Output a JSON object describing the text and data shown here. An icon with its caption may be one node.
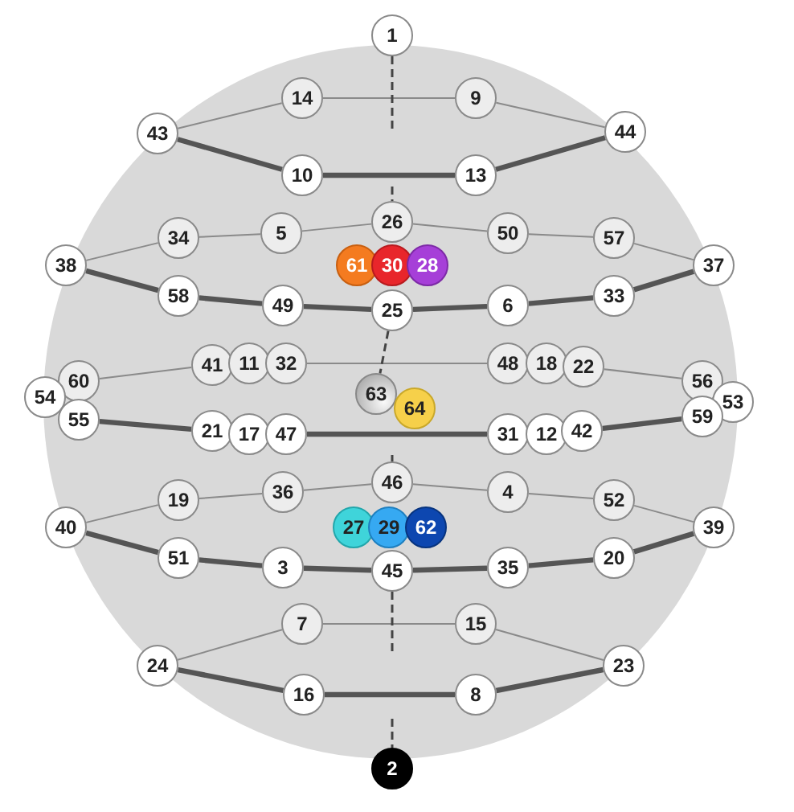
{
  "diagram": {
    "nodes": [
      {
        "text": [
          "1"
        ]
      },
      {
        "text": [
          "14"
        ]
      },
      {
        "text": [
          "9"
        ]
      },
      {
        "text": [
          "43"
        ]
      },
      {
        "text": [
          "44"
        ]
      },
      {
        "text": [
          "10"
        ]
      },
      {
        "text": [
          "13"
        ]
      },
      {
        "text": [
          "26"
        ]
      },
      {
        "text": [
          "5"
        ]
      },
      {
        "text": [
          "50"
        ]
      },
      {
        "text": [
          "34"
        ]
      },
      {
        "text": [
          "57"
        ]
      },
      {
        "text": [
          "38"
        ]
      },
      {
        "text": [
          "37"
        ]
      },
      {
        "text": [
          "61"
        ]
      },
      {
        "text": [
          "30"
        ]
      },
      {
        "text": [
          "28"
        ]
      },
      {
        "text": [
          "58"
        ]
      },
      {
        "text": [
          "49"
        ]
      },
      {
        "text": [
          "25"
        ]
      },
      {
        "text": [
          "6"
        ]
      },
      {
        "text": [
          "33"
        ]
      },
      {
        "text": [
          "41"
        ]
      },
      {
        "text": [
          "11"
        ]
      },
      {
        "text": [
          "32"
        ]
      },
      {
        "text": [
          "48"
        ]
      },
      {
        "text": [
          "18"
        ]
      },
      {
        "text": [
          "22"
        ]
      },
      {
        "text": [
          "60"
        ]
      },
      {
        "text": [
          "54"
        ]
      },
      {
        "text": [
          "56"
        ]
      },
      {
        "text": [
          "53"
        ]
      },
      {
        "text": [
          "63"
        ]
      },
      {
        "text": [
          "64"
        ]
      },
      {
        "text": [
          "55"
        ]
      },
      {
        "text": [
          "59"
        ]
      },
      {
        "text": [
          "21"
        ]
      },
      {
        "text": [
          "17"
        ]
      },
      {
        "text": [
          "47"
        ]
      },
      {
        "text": [
          "31"
        ]
      },
      {
        "text": [
          "12"
        ]
      },
      {
        "text": [
          "42"
        ]
      },
      {
        "text": [
          "46"
        ]
      },
      {
        "text": [
          "36"
        ]
      },
      {
        "text": [
          "4"
        ]
      },
      {
        "text": [
          "19"
        ]
      },
      {
        "text": [
          "52"
        ]
      },
      {
        "text": [
          "40"
        ]
      },
      {
        "text": [
          "27"
        ]
      },
      {
        "text": [
          "29"
        ]
      },
      {
        "text": [
          "62"
        ]
      },
      {
        "text": [
          "39"
        ]
      },
      {
        "text": [
          "51"
        ]
      },
      {
        "text": [
          "3"
        ]
      },
      {
        "text": [
          "45"
        ]
      },
      {
        "text": [
          "35"
        ]
      },
      {
        "text": [
          "20"
        ]
      },
      {
        "text": [
          "7"
        ]
      },
      {
        "text": [
          "15"
        ]
      },
      {
        "text": [
          "24"
        ]
      },
      {
        "text": [
          "23"
        ]
      },
      {
        "text": [
          "16"
        ]
      },
      {
        "text": [
          "8"
        ]
      },
      {
        "text": [
          "2"
        ]
      }
    ],
    "edges": [
      {
        "from": 3,
        "to": 1,
        "arrow": "none"
      },
      {
        "from": 1,
        "to": 2,
        "arrow": "none"
      },
      {
        "from": 2,
        "to": 4,
        "arrow": "none"
      },
      {
        "from": 3,
        "to": 5,
        "arrow": "none",
        "style": "thick"
      },
      {
        "from": 5,
        "to": 6,
        "arrow": "none",
        "style": "thick"
      },
      {
        "from": 6,
        "to": 4,
        "arrow": "none",
        "style": "thick"
      },
      {
        "from": 12,
        "to": 10,
        "arrow": "none"
      },
      {
        "from": 10,
        "to": 8,
        "arrow": "none"
      },
      {
        "from": 8,
        "to": 7,
        "arrow": "none"
      },
      {
        "from": 7,
        "to": 9,
        "arrow": "none"
      },
      {
        "from": 9,
        "to": 11,
        "arrow": "none"
      },
      {
        "from": 11,
        "to": 13,
        "arrow": "none"
      },
      {
        "from": 12,
        "to": 17,
        "arrow": "none",
        "style": "thick"
      },
      {
        "from": 17,
        "to": 18,
        "arrow": "none",
        "style": "thick"
      },
      {
        "from": 18,
        "to": 19,
        "arrow": "none",
        "style": "thick"
      },
      {
        "from": 19,
        "to": 20,
        "arrow": "none",
        "style": "thick"
      },
      {
        "from": 20,
        "to": 21,
        "arrow": "none",
        "style": "thick"
      },
      {
        "from": 21,
        "to": 13,
        "arrow": "none",
        "style": "thick"
      },
      {
        "from": 28,
        "to": 22,
        "arrow": "none"
      },
      {
        "from": 24,
        "to": 25,
        "arrow": "none"
      },
      {
        "from": 27,
        "to": 30,
        "arrow": "none"
      },
      {
        "from": 34,
        "to": 36,
        "arrow": "none",
        "style": "thick"
      },
      {
        "from": 38,
        "to": 39,
        "arrow": "none",
        "style": "thick"
      },
      {
        "from": 41,
        "to": 35,
        "arrow": "none",
        "style": "thick"
      },
      {
        "from": 47,
        "to": 45,
        "arrow": "none"
      },
      {
        "from": 45,
        "to": 43,
        "arrow": "none"
      },
      {
        "from": 43,
        "to": 42,
        "arrow": "none"
      },
      {
        "from": 42,
        "to": 44,
        "arrow": "none"
      },
      {
        "from": 44,
        "to": 46,
        "arrow": "none"
      },
      {
        "from": 46,
        "to": 51,
        "arrow": "none"
      },
      {
        "from": 47,
        "to": 52,
        "arrow": "none",
        "style": "thick"
      },
      {
        "from": 52,
        "to": 53,
        "arrow": "none",
        "style": "thick"
      },
      {
        "from": 53,
        "to": 54,
        "arrow": "none",
        "style": "thick"
      },
      {
        "from": 54,
        "to": 55,
        "arrow": "none",
        "style": "thick"
      },
      {
        "from": 55,
        "to": 56,
        "arrow": "none",
        "style": "thick"
      },
      {
        "from": 56,
        "to": 51,
        "arrow": "none",
        "style": "thick"
      },
      {
        "from": 59,
        "to": 57,
        "arrow": "none"
      },
      {
        "from": 57,
        "to": 58,
        "arrow": "none"
      },
      {
        "from": 58,
        "to": 60,
        "arrow": "none"
      },
      {
        "from": 59,
        "to": 61,
        "arrow": "none",
        "style": "thick"
      },
      {
        "from": 61,
        "to": 62,
        "arrow": "none",
        "style": "thick"
      },
      {
        "from": 62,
        "to": 60,
        "arrow": "none",
        "style": "thick"
      },
      {
        "from": 0,
        "to": null,
        "arrow": "none",
        "style": "dashed"
      },
      {
        "from": null,
        "to": 7,
        "arrow": "none",
        "style": "dashed"
      },
      {
        "from": 19,
        "to": 32,
        "arrow": "none",
        "style": "dashed"
      },
      {
        "from": null,
        "to": 42,
        "arrow": "none",
        "style": "dashed"
      },
      {
        "from": 54,
        "to": null,
        "arrow": "none",
        "style": "dashed"
      },
      {
        "from": null,
        "to": 63,
        "arrow": "none",
        "style": "dashed"
      }
    ]
  }
}
